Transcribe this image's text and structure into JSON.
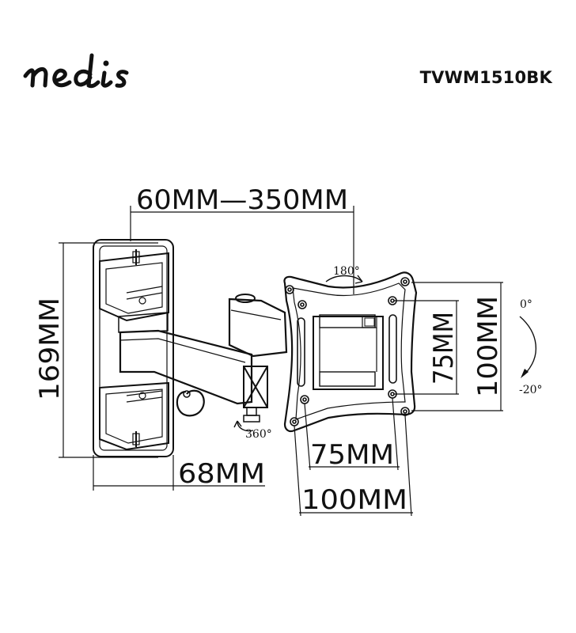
{
  "brand": {
    "logo_text": "nedis"
  },
  "product": {
    "model": "TVWM1510BK"
  },
  "dimensions": {
    "arm_extension": "60MM—350MM",
    "height": "169MM",
    "depth": "68MM",
    "vesa_inner_h": "75MM",
    "vesa_outer_h": "100MM",
    "vesa_inner_v": "75MM",
    "vesa_outer_v": "100MM"
  },
  "angles": {
    "swivel_top": "180°",
    "swivel_bottom": "360°",
    "tilt_up": "0°",
    "tilt_down": "-20°"
  }
}
